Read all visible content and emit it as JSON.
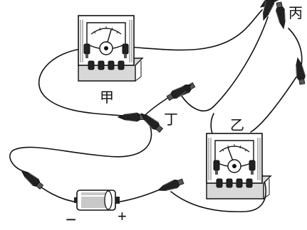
{
  "labels": {
    "meter_jia": "甲",
    "meter_yi": "乙",
    "clip_bing": "丙",
    "clip_ding": "丁",
    "battery_negative": "−",
    "battery_positive": "+"
  },
  "colors": {
    "line": "#111111",
    "face": "#ffffff",
    "shade": "#bfbfbf",
    "dark": "#222222"
  },
  "icons": [
    "multimeter-icon",
    "alligator-clip-icon",
    "battery-icon",
    "wire"
  ]
}
